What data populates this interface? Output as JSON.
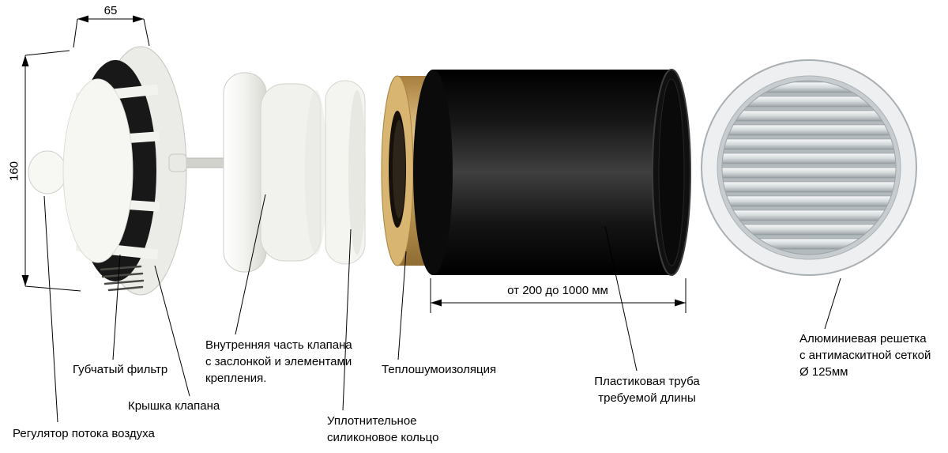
{
  "diagram": {
    "dimensions": {
      "cap_width": "65",
      "cap_height": "160",
      "pipe_length_range": "от 200 до 1000 мм"
    },
    "labels": {
      "air_flow_regulator": "Регулятор потока воздуха",
      "sponge_filter": "Губчатый фильтр",
      "valve_cover": "Крышка клапана",
      "valve_inner_part": [
        "Внутренняя часть клапана",
        "с заслонкой и элементами",
        "крепления."
      ],
      "sealing_ring": [
        "Уплотнительное",
        "силиконовое кольцо"
      ],
      "insulation": "Теплошумоизоляция",
      "plastic_pipe": [
        "Пластиковая труба",
        "требуемой длины"
      ],
      "aluminum_grille": [
        "Алюминиевая решетка",
        "с антимаскитной сеткой",
        "Ø 125мм"
      ]
    },
    "colors": {
      "insulation_tan": "#d8b672",
      "pipe_black": "#0b0b0b",
      "grille_gray": "#c6cccf",
      "plastic_white": "#f4f4f0"
    }
  }
}
